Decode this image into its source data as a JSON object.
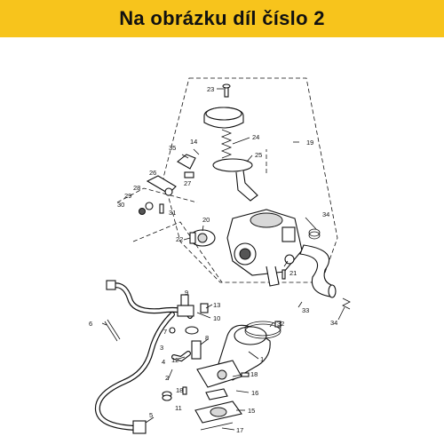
{
  "banner": {
    "text": "Na obrázku díl číslo 2",
    "color": "#f7c41c"
  },
  "callouts": {
    "p1": "1",
    "p2": "2",
    "p3": "3",
    "p4": "4",
    "p5": "5",
    "p6": "6",
    "p7": "7",
    "p8": "8",
    "p9": "9",
    "p10": "10",
    "p11": "11",
    "p12": "12",
    "p13": "13",
    "p14": "14",
    "p15": "15",
    "p16": "16",
    "p17": "17",
    "p18a": "18",
    "p18b": "18",
    "p19": "19",
    "p20": "20",
    "p21": "21",
    "p22": "22",
    "p23": "23",
    "p24": "24",
    "p25": "25",
    "p26": "26",
    "p27": "27",
    "p28": "28",
    "p29": "29",
    "p30": "30",
    "p31": "31",
    "p32": "32",
    "p33": "33",
    "p34a": "34",
    "p34b": "34",
    "p35": "35"
  }
}
